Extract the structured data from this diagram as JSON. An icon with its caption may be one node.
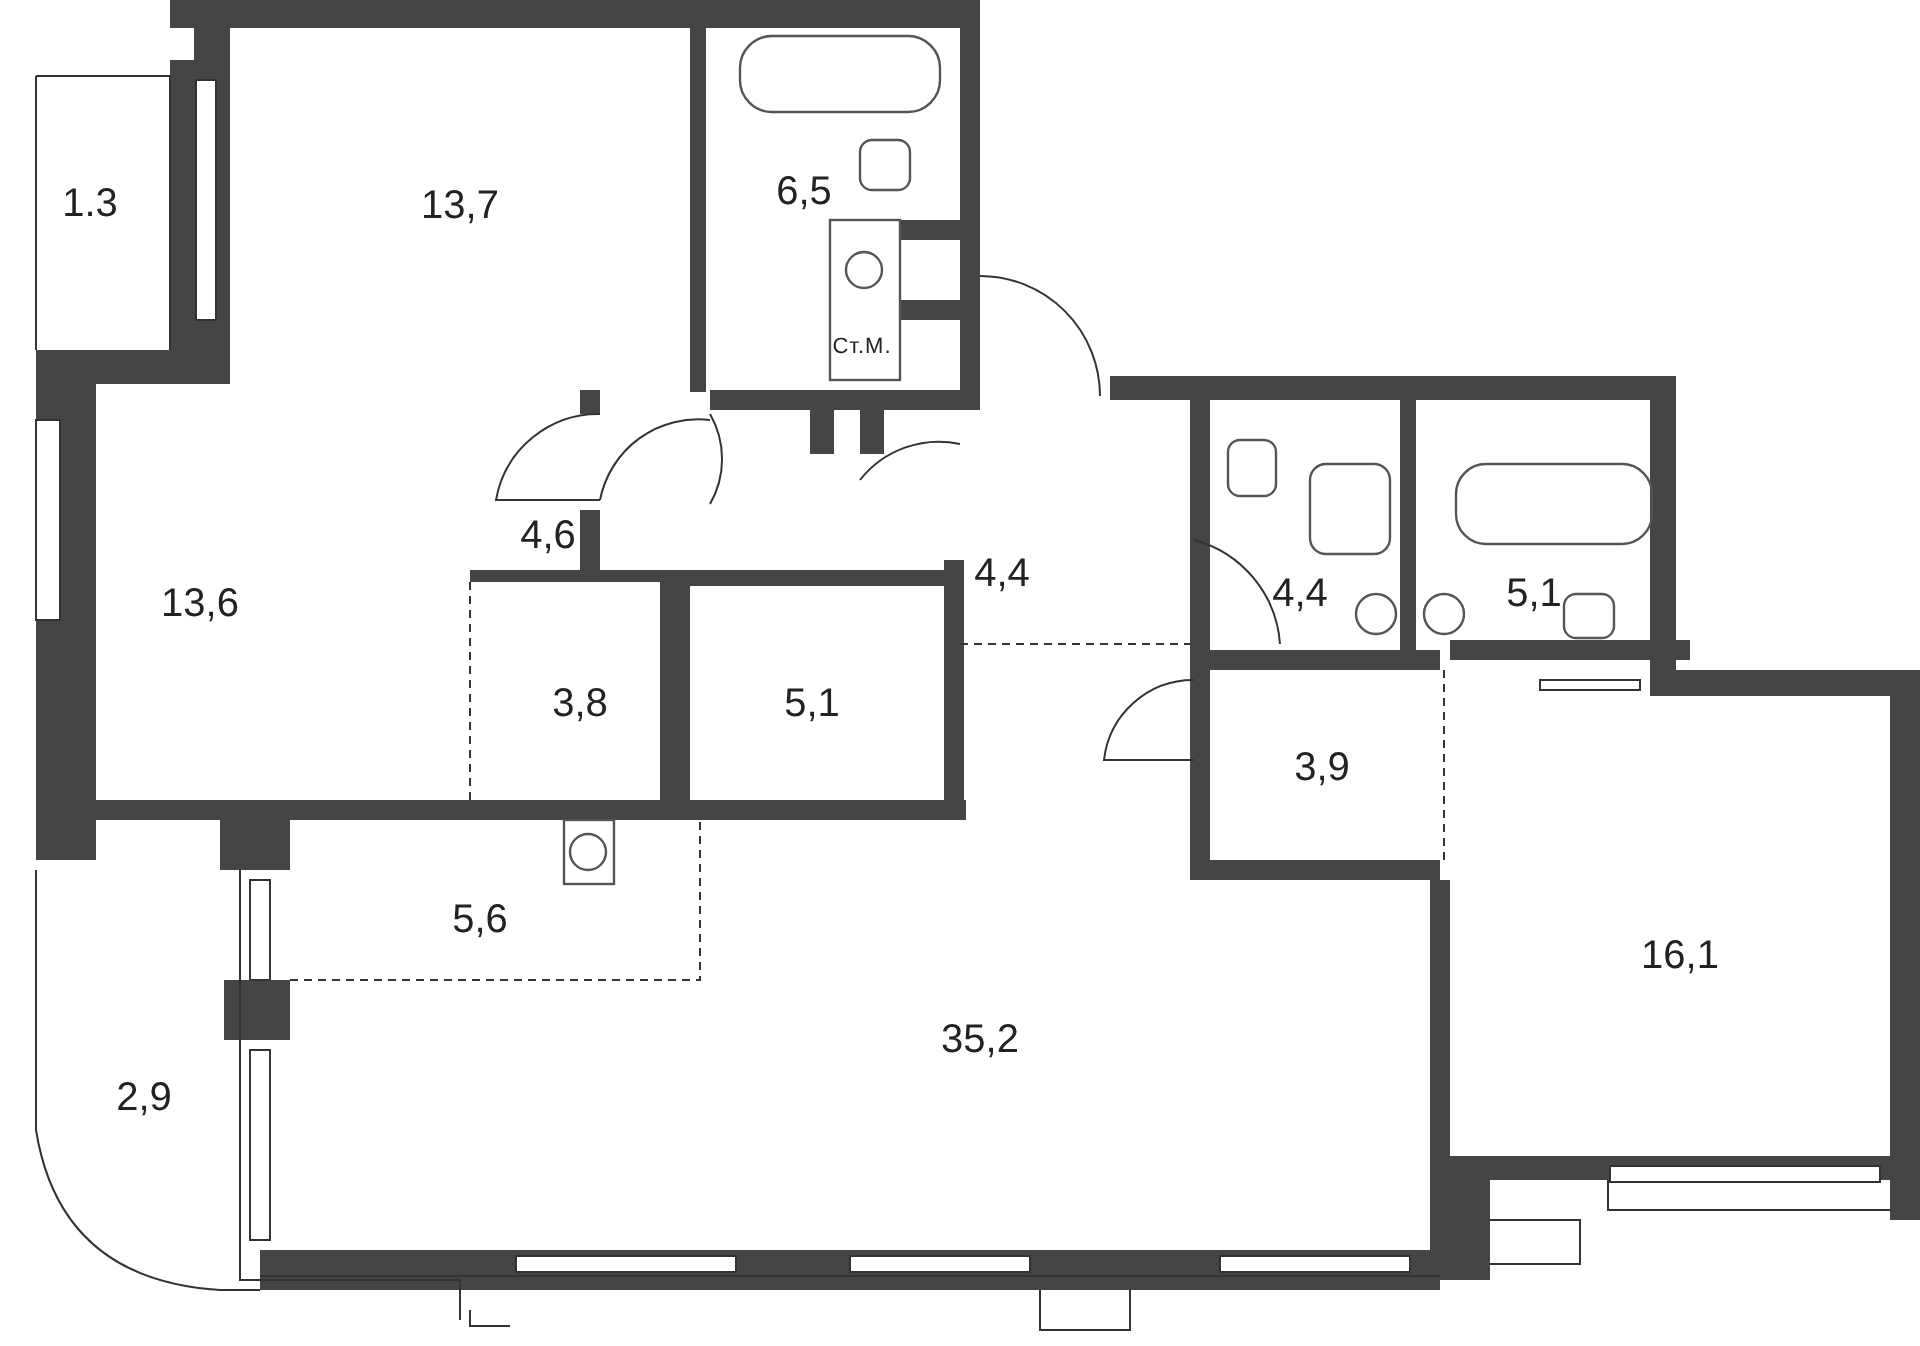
{
  "diagram": {
    "labels": [
      "1.3",
      "13,7",
      "6,5",
      "Ст.М.",
      "4,6",
      "4,4",
      "13,6",
      "4,4",
      "5,1",
      "3,8",
      "5,1",
      "3,9",
      "5,6",
      "16,1",
      "35,2",
      "2,9"
    ]
  }
}
